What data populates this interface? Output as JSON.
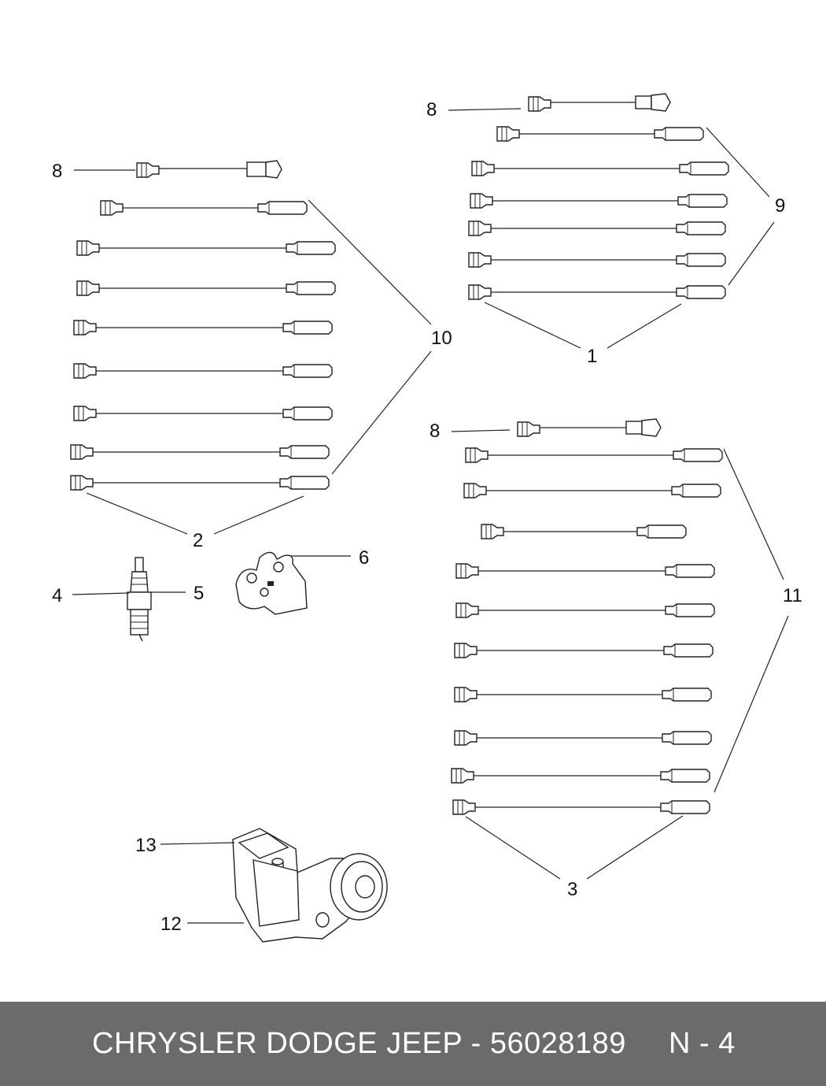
{
  "callouts": {
    "c1": "1",
    "c2": "2",
    "c3": "3",
    "c4": "4",
    "c5": "5",
    "c6": "6",
    "c8a": "8",
    "c8b": "8",
    "c8c": "8",
    "c9": "9",
    "c10": "10",
    "c11": "11",
    "c12": "12",
    "c13": "13"
  },
  "footer": {
    "title": "CHRYSLER DODGE JEEP - 56028189",
    "page": "N - 4"
  }
}
